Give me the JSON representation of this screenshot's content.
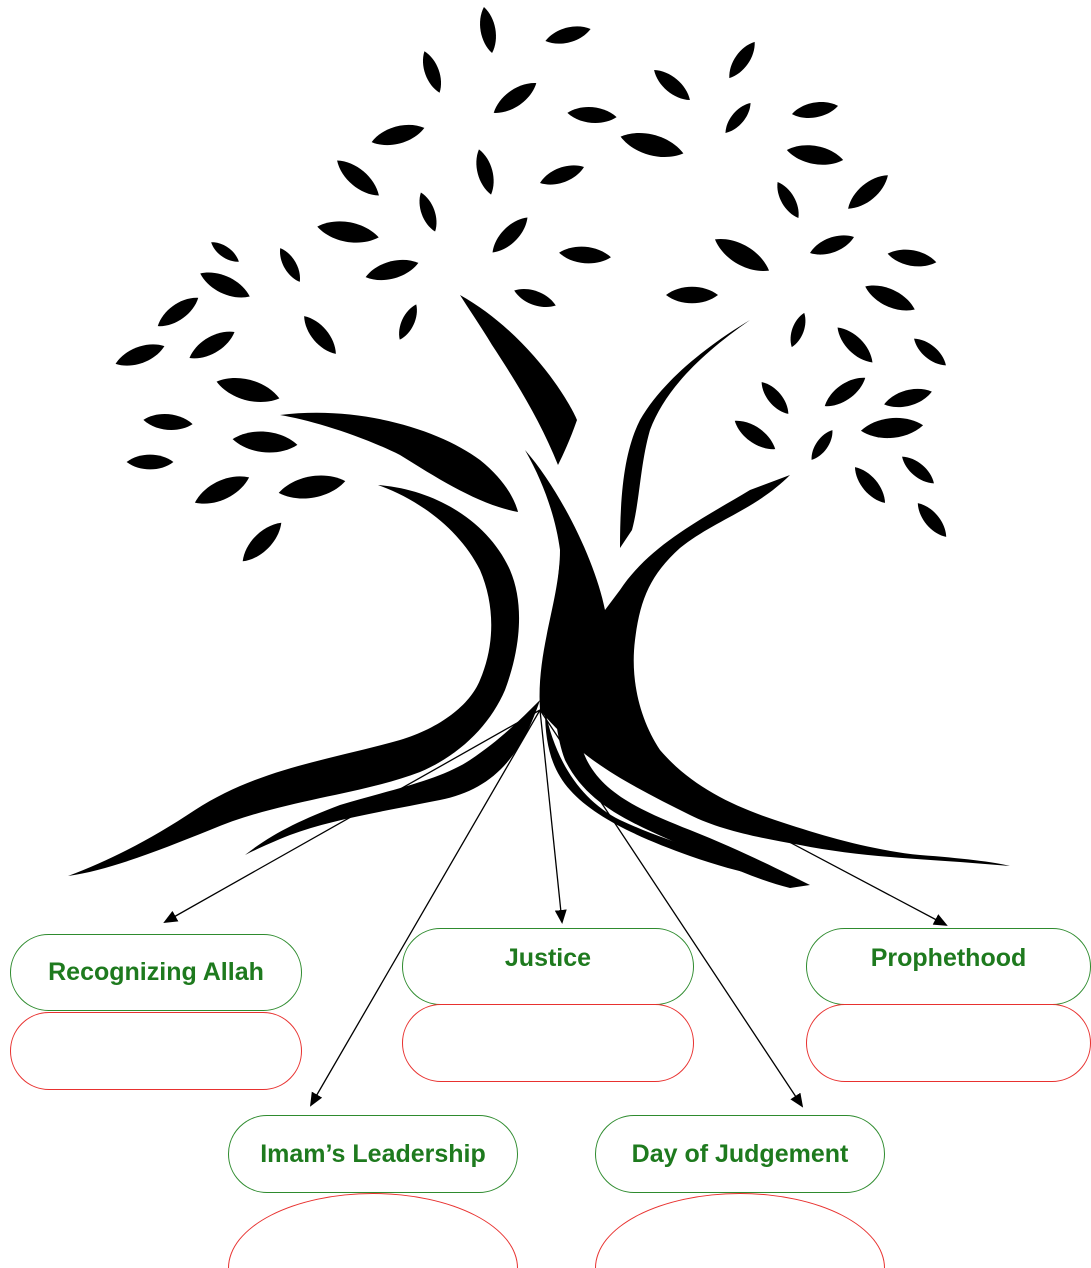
{
  "colors": {
    "tree": "#000000",
    "title_border": "#2e8b2e",
    "title_text": "#1e7a1e",
    "answer_border": "#e8312f",
    "arrow": "#000000"
  },
  "nodes": [
    {
      "id": "recognizing-allah",
      "label": "Recognizing Allah",
      "answer": ""
    },
    {
      "id": "justice",
      "label": "Justice",
      "answer": ""
    },
    {
      "id": "prophethood",
      "label": "Prophethood",
      "answer": ""
    },
    {
      "id": "imams-leadership",
      "label": "Imam’s Leadership",
      "answer": ""
    },
    {
      "id": "day-of-judgement",
      "label": "Day of Judgement",
      "answer": ""
    }
  ]
}
